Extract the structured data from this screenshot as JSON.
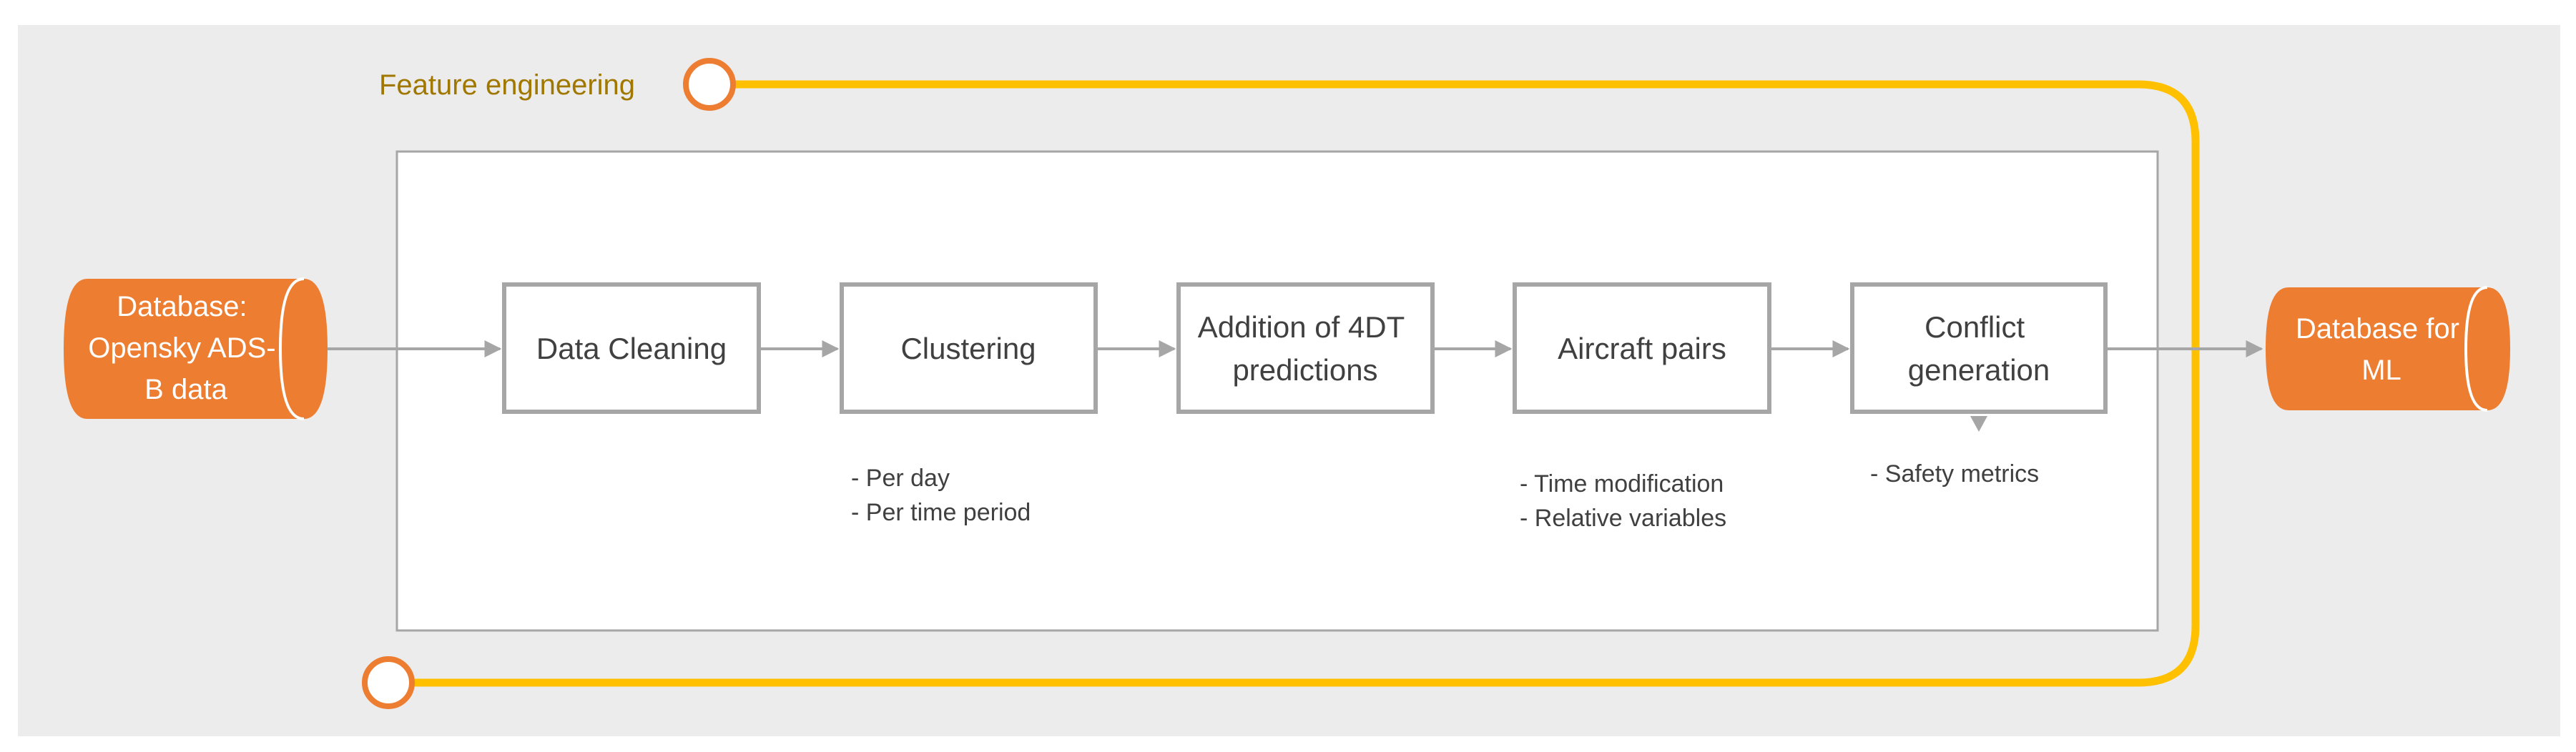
{
  "feature_title": "Feature engineering",
  "input_db": [
    "Database:",
    "Opensky ADS-",
    "B data"
  ],
  "output_db": [
    "Database for",
    "ML"
  ],
  "steps": [
    {
      "lines": [
        "Data Cleaning"
      ]
    },
    {
      "lines": [
        "Clustering"
      ]
    },
    {
      "lines": [
        "Addition of 4DT",
        "predictions"
      ]
    },
    {
      "lines": [
        "Aircraft pairs"
      ]
    },
    {
      "lines": [
        "Conflict",
        "generation"
      ]
    }
  ],
  "notes": {
    "clustering": [
      "- Per day",
      "- Per time period"
    ],
    "pairs": [
      "- Time modification",
      "- Relative variables"
    ],
    "conflict": [
      "- Safety metrics"
    ]
  },
  "colors": {
    "background": "#ececec",
    "orange": "#ed7d31",
    "gold": "#ffc000",
    "title": "#a07800",
    "box_border": "#a6a6a6",
    "text": "#404040",
    "arrow": "#a6a6a6"
  }
}
